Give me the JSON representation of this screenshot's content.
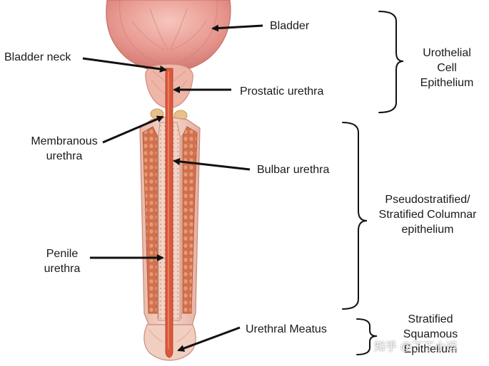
{
  "labels": {
    "bladder": "Bladder",
    "bladder_neck": "Bladder neck",
    "prostatic_urethra": "Prostatic urethra",
    "membranous_urethra": [
      "Membranous",
      "urethra"
    ],
    "bulbar_urethra": "Bulbar urethra",
    "penile_urethra": [
      "Penile",
      "urethra"
    ],
    "urethral_meatus": "Urethral Meatus"
  },
  "epithelium": {
    "urothelial": [
      "Urothelial",
      "Cell",
      "Epithelium"
    ],
    "pseudostratified": [
      "Pseudostratified/",
      "Stratified Columnar",
      "epithelium"
    ],
    "squamous": [
      "Stratified",
      "Squamous",
      "Epithelium"
    ]
  },
  "watermark": "知乎 @丁丁小运"
}
